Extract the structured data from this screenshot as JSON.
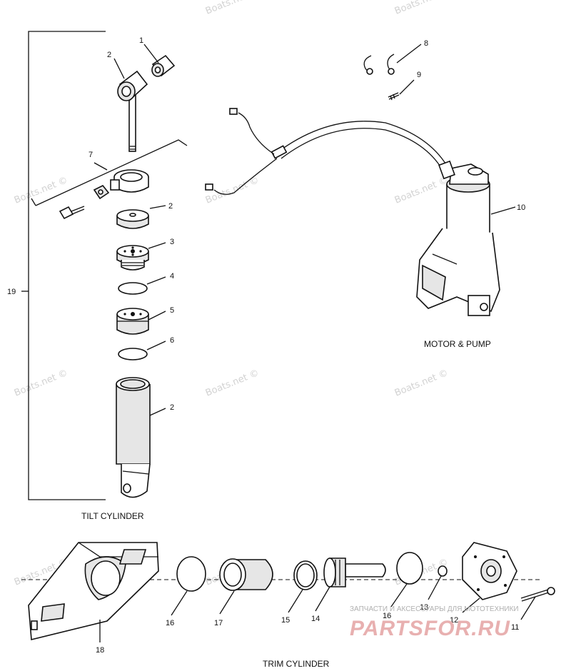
{
  "watermark": "Boats.net ©",
  "sections": {
    "tilt": "TILT CYLINDER",
    "motor": "MOTOR & PUMP",
    "trim": "TRIM CYLINDER"
  },
  "callouts": {
    "c1": "1",
    "c2a": "2",
    "c2b": "2",
    "c2c": "2",
    "c3": "3",
    "c4": "4",
    "c5": "5",
    "c6": "6",
    "c7": "7",
    "c8": "8",
    "c9": "9",
    "c10": "10",
    "c11": "11",
    "c12": "12",
    "c13": "13",
    "c14": "14",
    "c15": "15",
    "c16a": "16",
    "c16b": "16",
    "c17": "17",
    "c18": "18",
    "c19": "19"
  },
  "branding": {
    "tagline": "ЗАПЧАСТИ И АКСЕССУАРЫ ДЛЯ МОТОТЕХНИКИ",
    "site": "PARTSFOR.RU"
  }
}
